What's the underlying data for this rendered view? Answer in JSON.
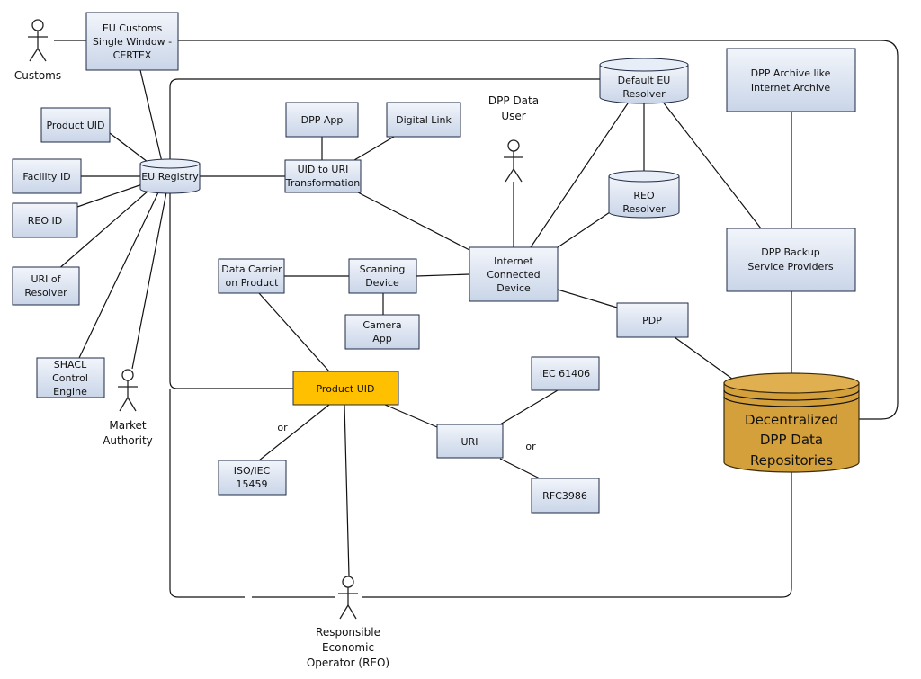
{
  "actors": {
    "customs": "Customs",
    "market_authority": [
      "Market",
      "Authority"
    ],
    "dpp_data_user": [
      "DPP Data",
      "User"
    ],
    "reo": [
      "Responsible",
      "Economic",
      "Operator (REO)"
    ]
  },
  "boxes": {
    "eu_customs": [
      "EU Customs",
      "Single Window -",
      "CERTEX"
    ],
    "product_uid_small": [
      "Product UID"
    ],
    "facility_id": [
      "Facility ID"
    ],
    "reo_id": [
      "REO ID"
    ],
    "uri_of_resolver": [
      "URI of",
      "Resolver"
    ],
    "shacl": [
      "SHACL",
      "Control",
      "Engine"
    ],
    "dpp_app": [
      "DPP App"
    ],
    "digital_link": [
      "Digital Link"
    ],
    "uid_to_uri": [
      "UID to URI",
      "Transformation"
    ],
    "dpp_archive": [
      "DPP Archive like",
      "Internet Archive"
    ],
    "dpp_backup": [
      "DPP Backup",
      "Service Providers"
    ],
    "data_carrier": [
      "Data Carrier",
      "on Product"
    ],
    "scanning_device": [
      "Scanning",
      "Device"
    ],
    "camera_app": [
      "Camera",
      "App"
    ],
    "internet_device": [
      "Internet",
      "Connected",
      "Device"
    ],
    "pdp": [
      "PDP"
    ],
    "product_uid_main": [
      "Product UID"
    ],
    "iso_iec": [
      "ISO/IEC",
      "15459"
    ],
    "uri": [
      "URI"
    ],
    "iec_61406": [
      "IEC 61406"
    ],
    "rfc3986": [
      "RFC3986"
    ]
  },
  "cylinders": {
    "eu_registry": [
      "EU Registry"
    ],
    "default_eu_resolver": [
      "Default EU",
      "Resolver"
    ],
    "reo_resolver": [
      "REO",
      "Resolver"
    ],
    "decentralized": [
      "Decentralized",
      "DPP Data",
      "Repositories"
    ]
  },
  "annotations": {
    "or_left": "or",
    "or_right": "or"
  }
}
